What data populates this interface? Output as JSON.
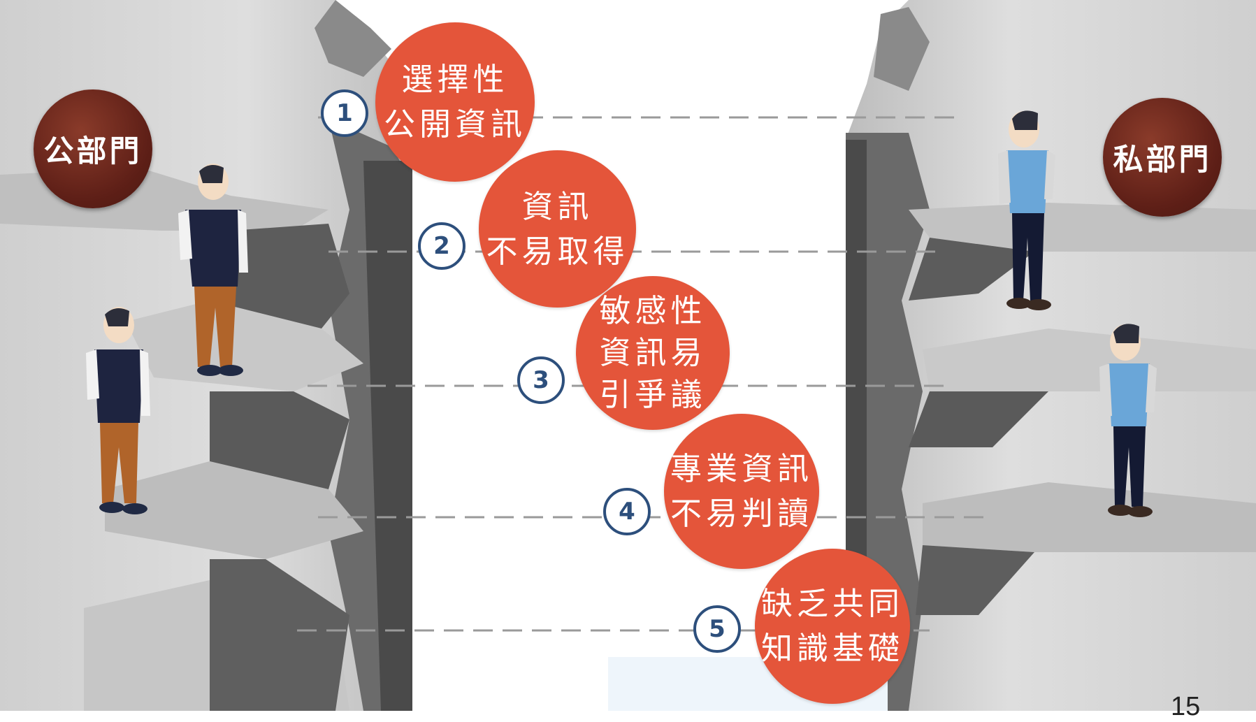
{
  "left_label": "公部門",
  "right_label": "私部門",
  "items": [
    {
      "number": "1",
      "lines": [
        "選擇性",
        "公開資訊"
      ]
    },
    {
      "number": "2",
      "lines": [
        "資訊",
        "不易取得"
      ]
    },
    {
      "number": "3",
      "lines": [
        "敏感性",
        "資訊易",
        "引爭議"
      ]
    },
    {
      "number": "4",
      "lines": [
        "專業資訊",
        "不易判讀"
      ]
    },
    {
      "number": "5",
      "lines": [
        "缺乏共同",
        "知識基礎"
      ]
    }
  ],
  "page_number": "15",
  "colors": {
    "bubble": "#e4553a",
    "badge": "#5e1f17",
    "number_ring": "#2d4f7c",
    "cliff": "#d9d9d9",
    "cliff_dark": "#555555"
  }
}
